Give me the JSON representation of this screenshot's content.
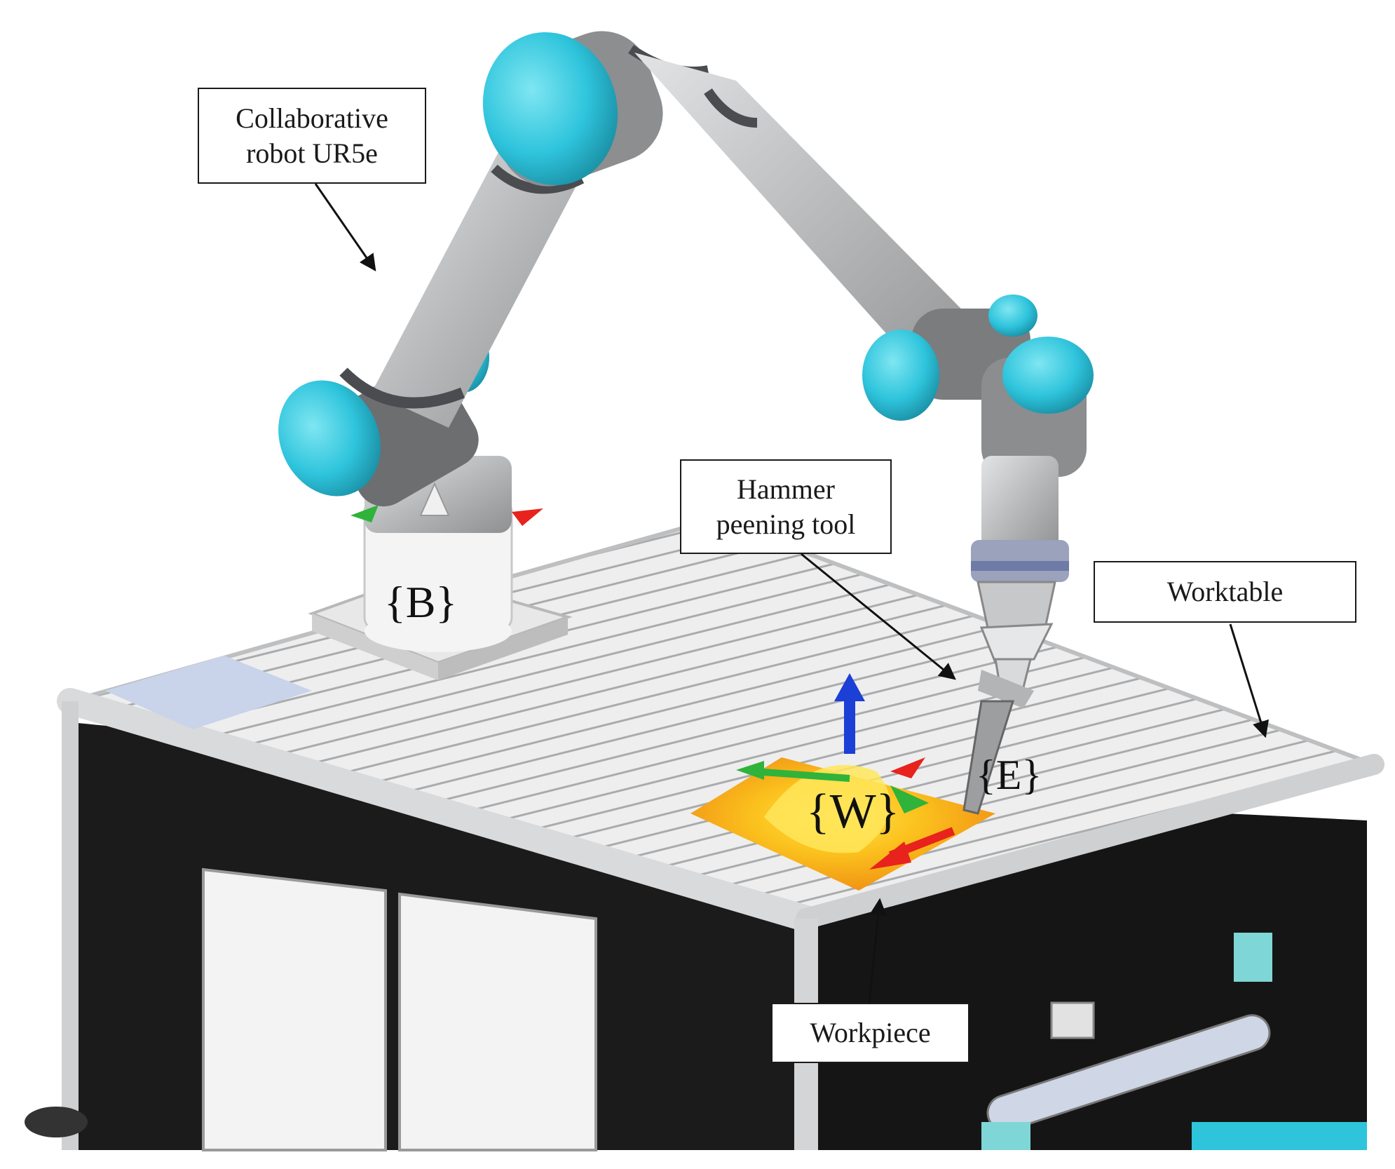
{
  "labels": {
    "robot_line1": "Collaborative",
    "robot_line2": "robot UR5e",
    "tool_line1": "Hammer",
    "tool_line2": "peening tool",
    "worktable": "Worktable",
    "workpiece": "Workpiece"
  },
  "frames": {
    "base": "{B}",
    "end_effector": "{E}",
    "workpiece": "{W}"
  },
  "colors": {
    "joint_cap": "#2ec4dc",
    "link": "#b9bbbd",
    "joint_ring": "#4a4c4f",
    "table_top": "#e6e7e8",
    "table_side": "#1b1b1b",
    "workpiece": "#f7a81d",
    "axis_x": "#e8221c",
    "axis_y": "#2fb33a",
    "axis_z": "#1c3fd6"
  }
}
